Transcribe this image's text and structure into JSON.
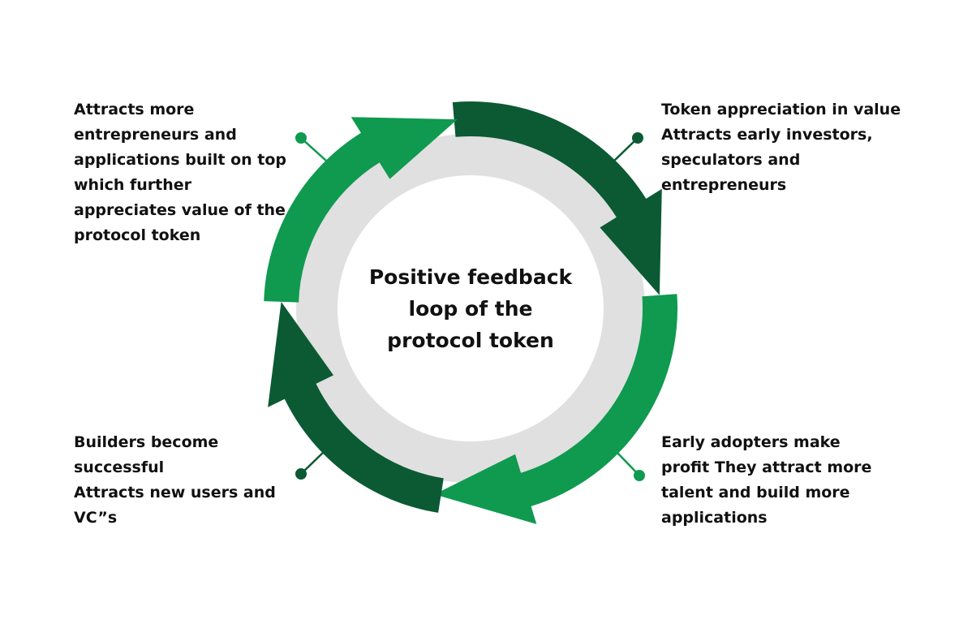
{
  "center_title": {
    "lines": [
      "Positive feedback",
      "loop of the",
      "protocol token"
    ]
  },
  "stages": {
    "top_right": {
      "lines": [
        "Token appreciation in value",
        "Attracts early investors,",
        "speculators and",
        "entrepreneurs"
      ]
    },
    "bottom_right": {
      "lines": [
        "Early adopters make",
        "profit  They attract more",
        "talent and build more",
        "applications"
      ]
    },
    "bottom_left": {
      "lines": [
        "Builders become",
        "successful",
        "Attracts new users and",
        "VC”s"
      ]
    },
    "top_left": {
      "lines": [
        "Attracts more",
        "entrepreneurs and",
        "applications built on top",
        "which further",
        "appreciates value of the",
        "protocol token"
      ]
    }
  },
  "colors": {
    "light_green": "#0f9a4f",
    "dark_green": "#0b5a34",
    "inner_ring": "#e0e0e0",
    "center_fill": "#ffffff",
    "text": "#111111"
  }
}
